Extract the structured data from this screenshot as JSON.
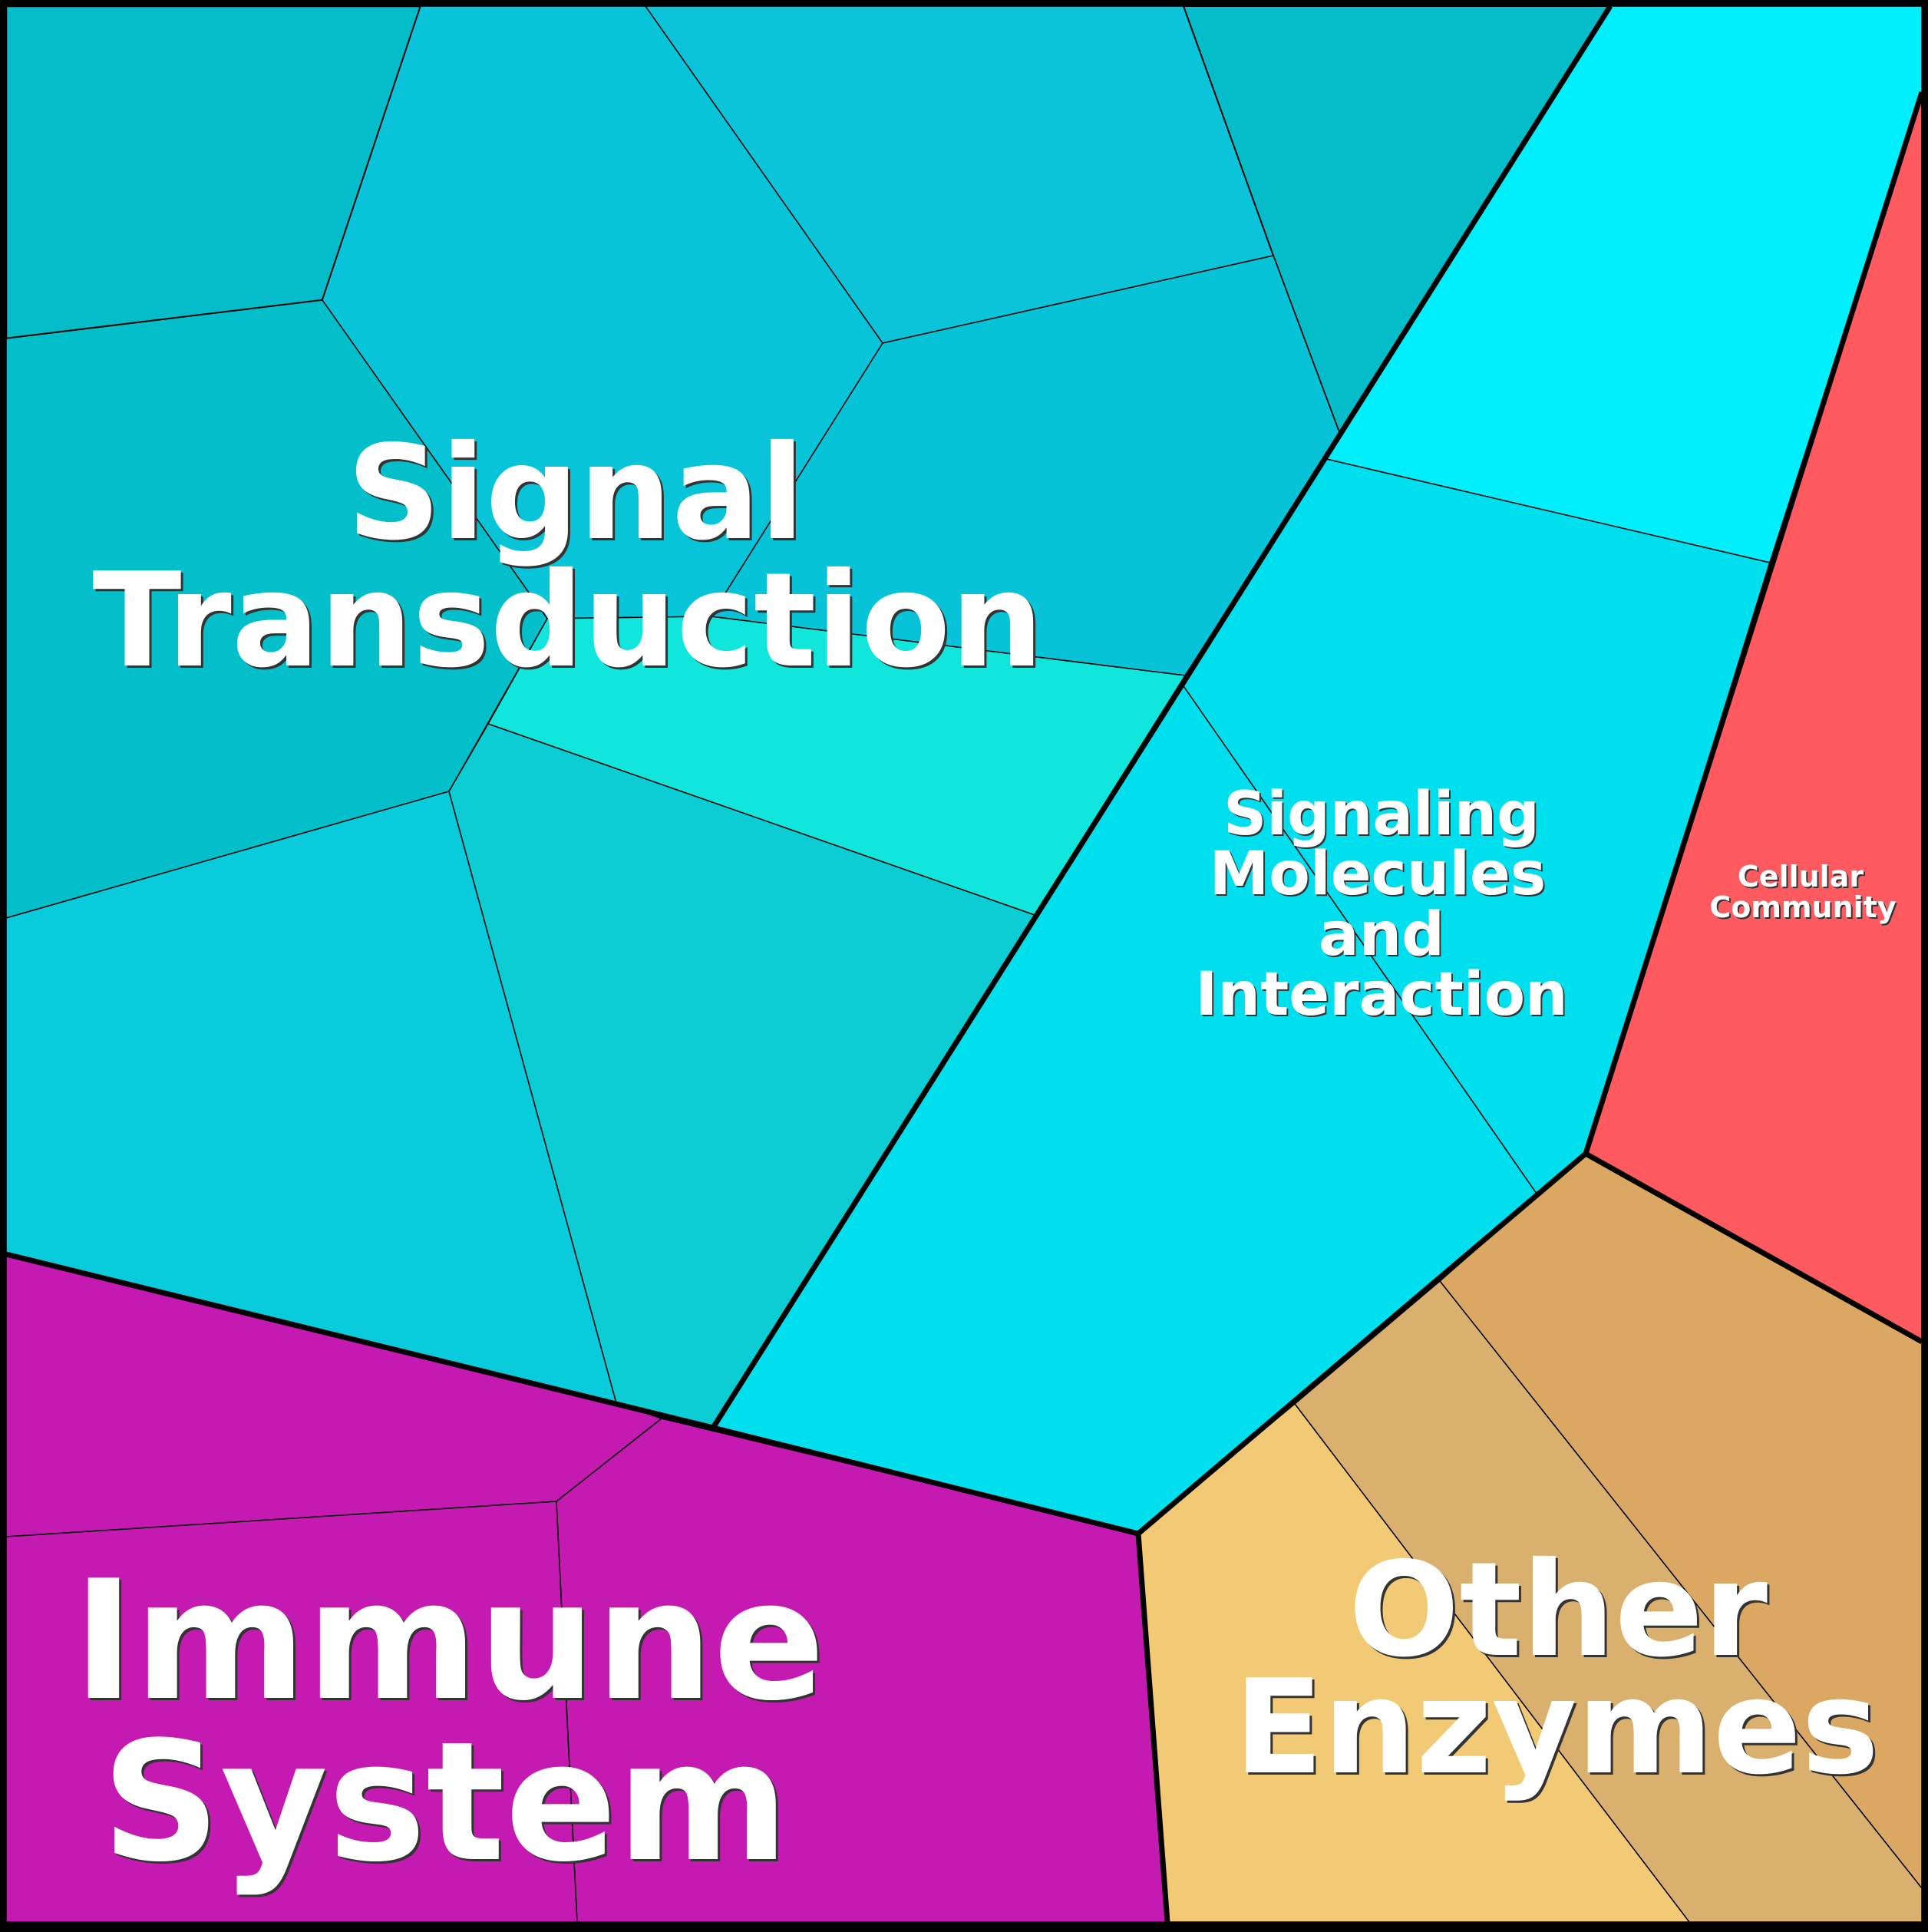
{
  "diagram": {
    "type": "voronoi-treemap",
    "groups": [
      {
        "id": "signal-transduction",
        "label": [
          "Signal",
          "Transduction"
        ],
        "color": "#07C4D8"
      },
      {
        "id": "signaling-molecules",
        "label": [
          "Signaling",
          "Molecules",
          "and",
          "Interaction"
        ],
        "color": "#00E0EE"
      },
      {
        "id": "cellular-community",
        "label": [
          "Cellular",
          "Community"
        ],
        "color": "#FF5A5F"
      },
      {
        "id": "immune-system",
        "label": [
          "Immune",
          "System"
        ],
        "color": "#C41AB2"
      },
      {
        "id": "other-enzymes",
        "label": [
          "Other",
          "Enzymes"
        ],
        "color": "#DAA863"
      }
    ],
    "cell_colors": {
      "teal_dark": "#05BDC9",
      "teal_mid": "#07C4D8",
      "teal_light": "#0DC6DA",
      "teal_alt": "#0ACBD5",
      "aqua": "#10E6DC",
      "cyan_bright": "#00EFFC",
      "cyan": "#00DFEE",
      "red": "#FF5A5F",
      "magenta": "#C41AB2",
      "tan_dark": "#DAA863",
      "tan_mid": "#D9B06E",
      "tan_light": "#F2CA75",
      "border": "#000000"
    }
  }
}
